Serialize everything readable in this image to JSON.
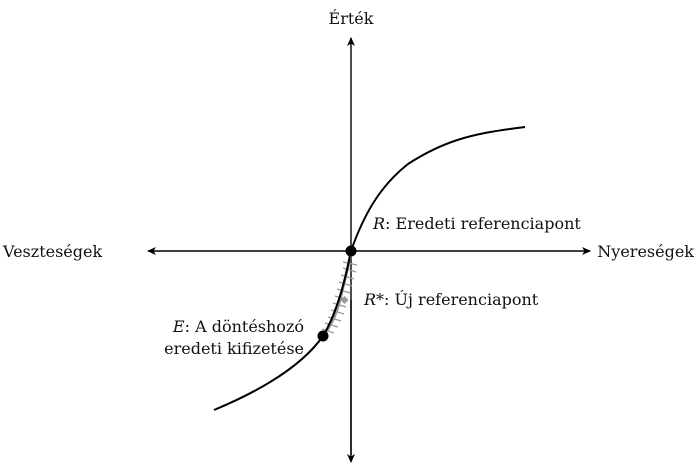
{
  "axes": {
    "y_label": "Érték",
    "x_left_label": "Veszteségek",
    "x_right_label": "Nyereségek"
  },
  "points": {
    "R": {
      "symbol": "R",
      "text": ": Eredeti referenciapont"
    },
    "R_star": {
      "symbol": "R*",
      "text": ": Új referenciapont"
    },
    "E": {
      "symbol": "E",
      "text_line1": ": A döntéshozó",
      "text_line2": "eredeti kifizetése"
    }
  },
  "colors": {
    "ink": "#000000",
    "highlight": "#9a9a9a"
  }
}
